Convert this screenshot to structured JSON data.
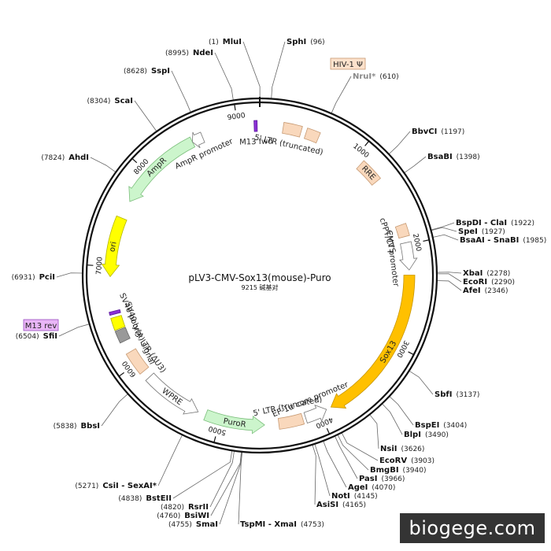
{
  "plasmid": {
    "name": "pLV3-CMV-Sox13(mouse)-Puro",
    "size_label": "9215 碱基对",
    "total_bp": 9215
  },
  "watermark": "biogege.com",
  "ticks": [
    {
      "bp": 1000,
      "label": "1000"
    },
    {
      "bp": 2000,
      "label": "2000"
    },
    {
      "bp": 3000,
      "label": "3000"
    },
    {
      "bp": 4000,
      "label": "4000"
    },
    {
      "bp": 5000,
      "label": "5000"
    },
    {
      "bp": 6000,
      "label": "6000"
    },
    {
      "bp": 7000,
      "label": "7000"
    },
    {
      "bp": 8000,
      "label": "8000"
    },
    {
      "bp": 9000,
      "label": "9000"
    }
  ],
  "features": [
    {
      "name": "AmpR",
      "start": 7670,
      "end": 8530,
      "strand": -1,
      "type": "arrow",
      "color": "#ccf5cc",
      "stroke": "#7cbf7c",
      "label": "AmpR"
    },
    {
      "name": "AmpR promoter",
      "start": 8530,
      "end": 8640,
      "strand": -1,
      "type": "arrow",
      "color": "#ffffff",
      "stroke": "#777777",
      "label": "AmpR promoter"
    },
    {
      "name": "ori",
      "start": 6900,
      "end": 7490,
      "strand": -1,
      "type": "arrow",
      "color": "#ffff00",
      "stroke": "#b5b500",
      "label": "ori"
    },
    {
      "name": "M13 fwd",
      "start": 9160,
      "end": 9190,
      "strand": 1,
      "type": "box",
      "color": "#8b2fd6",
      "stroke": "#5a1a99",
      "label": "M13 fwd"
    },
    {
      "name": "5' LTR (truncated)",
      "start": 230,
      "end": 410,
      "strand": 0,
      "type": "box",
      "color": "#f9d8bc",
      "stroke": "#c79a73",
      "label": "5' LTR (truncated)"
    },
    {
      "name": "HIV-1 Ψ",
      "start": 460,
      "end": 590,
      "strand": 0,
      "type": "box",
      "color": "#f9d8bc",
      "stroke": "#c79a73",
      "label": "HIV-1 Ψ"
    },
    {
      "name": "RRE",
      "start": 1080,
      "end": 1310,
      "strand": 0,
      "type": "box",
      "color": "#f9d8bc",
      "stroke": "#c79a73",
      "label": "RRE"
    },
    {
      "name": "cPPT/CTS",
      "start": 1800,
      "end": 1920,
      "strand": 0,
      "type": "box",
      "color": "#f9d8bc",
      "stroke": "#c79a73",
      "label": "cPPT/CTS"
    },
    {
      "name": "CMV promoter",
      "start": 1980,
      "end": 2250,
      "strand": 1,
      "type": "arrow",
      "color": "#ffffff",
      "stroke": "#777777",
      "label": "CMV promoter"
    },
    {
      "name": "Sox13",
      "start": 2300,
      "end": 3880,
      "strand": 1,
      "type": "arrow",
      "color": "#ffc000",
      "stroke": "#c79500",
      "label": "Sox13"
    },
    {
      "name": "EF-1α core promoter",
      "start": 3930,
      "end": 4150,
      "strand": -1,
      "type": "arrow",
      "color": "#ffffff",
      "stroke": "#777777",
      "label": "EF-1α core promoter"
    },
    {
      "name": "5' LTR (truncated) b",
      "start": 4180,
      "end": 4420,
      "strand": 0,
      "type": "box",
      "color": "#f9d8bc",
      "stroke": "#c79a73",
      "label": "5' LTR (truncated)"
    },
    {
      "name": "PuroR",
      "start": 4560,
      "end": 5150,
      "strand": -1,
      "type": "arrow",
      "color": "#ccf5cc",
      "stroke": "#7cbf7c",
      "label": "PuroR"
    },
    {
      "name": "WPRE",
      "start": 5230,
      "end": 5820,
      "strand": -1,
      "type": "arrow",
      "color": "#ffffff",
      "stroke": "#777777",
      "label": "WPRE"
    },
    {
      "name": "3' LTR (ΔU3)",
      "start": 5900,
      "end": 6130,
      "strand": 0,
      "type": "box",
      "color": "#f9d8bc",
      "stroke": "#c79a73",
      "label": "3' LTR (ΔU3)"
    },
    {
      "name": "SV40 poly(A) signal",
      "start": 6250,
      "end": 6370,
      "strand": 0,
      "type": "box",
      "color": "#999999",
      "stroke": "#666666",
      "label": "SV40 poly(A) signal"
    },
    {
      "name": "SV40 ori",
      "start": 6380,
      "end": 6500,
      "strand": 0,
      "type": "box",
      "color": "#ffff00",
      "stroke": "#b5b500",
      "label": "SV40 ori"
    },
    {
      "name": "M13 rev",
      "start": 6530,
      "end": 6560,
      "strand": -1,
      "type": "box",
      "color": "#8b2fd6",
      "stroke": "#5a1a99",
      "label": "M13 rev"
    }
  ],
  "sites": [
    {
      "name": "MluI",
      "pos": "(1)",
      "side": "left",
      "gray": false
    },
    {
      "name": "SphI",
      "pos": "(96)",
      "side": "right",
      "gray": false
    },
    {
      "name": "NruI*",
      "pos": "(610)",
      "side": "right",
      "gray": true
    },
    {
      "name": "BbvCI",
      "pos": "(1197)",
      "side": "right",
      "gray": false
    },
    {
      "name": "BsaBI",
      "pos": "(1398)",
      "side": "right",
      "gray": false
    },
    {
      "name": "BspDI - ClaI",
      "pos": "(1922)",
      "side": "right",
      "gray": false
    },
    {
      "name": "SpeI",
      "pos": "(1927)",
      "side": "right",
      "gray": false
    },
    {
      "name": "BsaAI - SnaBI",
      "pos": "(1985)",
      "side": "right",
      "gray": false
    },
    {
      "name": "XbaI",
      "pos": "(2278)",
      "side": "right",
      "gray": false
    },
    {
      "name": "EcoRI",
      "pos": "(2290)",
      "side": "right",
      "gray": false
    },
    {
      "name": "AfeI",
      "pos": "(2346)",
      "side": "right",
      "gray": false
    },
    {
      "name": "SbfI",
      "pos": "(3137)",
      "side": "right",
      "gray": false
    },
    {
      "name": "BspEI",
      "pos": "(3404)",
      "side": "right",
      "gray": false
    },
    {
      "name": "BlpI",
      "pos": "(3490)",
      "side": "right",
      "gray": false
    },
    {
      "name": "NsiI",
      "pos": "(3626)",
      "side": "right",
      "gray": false
    },
    {
      "name": "EcoRV",
      "pos": "(3903)",
      "side": "right",
      "gray": false
    },
    {
      "name": "BmgBI",
      "pos": "(3940)",
      "side": "right",
      "gray": false
    },
    {
      "name": "PasI",
      "pos": "(3966)",
      "side": "right",
      "gray": false
    },
    {
      "name": "AgeI",
      "pos": "(4070)",
      "side": "right",
      "gray": false
    },
    {
      "name": "NotI",
      "pos": "(4145)",
      "side": "right",
      "gray": false
    },
    {
      "name": "AsiSI",
      "pos": "(4165)",
      "side": "right",
      "gray": false
    },
    {
      "name": "TspMI - XmaI",
      "pos": "(4753)",
      "side": "right",
      "gray": false
    },
    {
      "name": "SmaI",
      "pos": "(4755)",
      "side": "left",
      "gray": false
    },
    {
      "name": "BsiWI",
      "pos": "(4760)",
      "side": "left",
      "gray": false
    },
    {
      "name": "RsrII",
      "pos": "(4820)",
      "side": "left",
      "gray": false
    },
    {
      "name": "BstEII",
      "pos": "(4838)",
      "side": "left",
      "gray": false
    },
    {
      "name": "CsiI - SexAI*",
      "pos": "(5271)",
      "side": "left",
      "gray": false
    },
    {
      "name": "BbsI",
      "pos": "(5838)",
      "side": "left",
      "gray": false
    },
    {
      "name": "SfiI",
      "pos": "(6504)",
      "side": "left",
      "gray": false
    },
    {
      "name": "PciI",
      "pos": "(6931)",
      "side": "left",
      "gray": false
    },
    {
      "name": "AhdI",
      "pos": "(7824)",
      "side": "left",
      "gray": false
    },
    {
      "name": "ScaI",
      "pos": "(8304)",
      "side": "left",
      "gray": false
    },
    {
      "name": "SspI",
      "pos": "(8628)",
      "side": "left",
      "gray": false
    },
    {
      "name": "NdeI",
      "pos": "(8995)",
      "side": "left",
      "gray": false
    }
  ],
  "tags": [
    {
      "name": "HIV-1 tag",
      "text": "HIV-1 Ψ",
      "color": "#fde2cc",
      "stroke": "#c79a73"
    },
    {
      "name": "M13 rev tag",
      "text": "M13 rev",
      "color": "#e9b6f7",
      "stroke": "#9a4fc0"
    }
  ]
}
